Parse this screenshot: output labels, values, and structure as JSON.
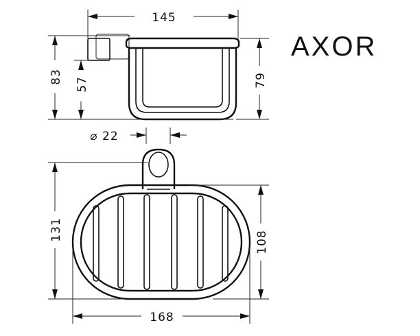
{
  "brand": {
    "logo_text": "AXOR"
  },
  "dimensions": {
    "side_view": {
      "overall_width": "145",
      "overall_height": "83",
      "mount_height": "57",
      "basket_height": "79",
      "mount_diameter": "⌀ 22"
    },
    "top_view": {
      "overall_depth": "131",
      "basket_depth": "108",
      "basket_width": "168"
    }
  }
}
